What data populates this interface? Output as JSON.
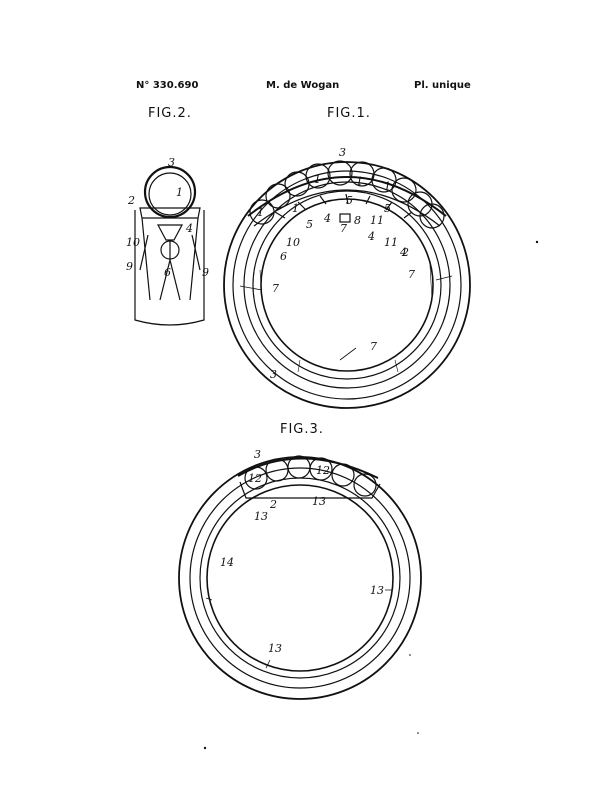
{
  "header": {
    "number": "N° 330.690",
    "author": "M. de Wogan",
    "plate": "Pl. unique"
  },
  "figures": {
    "fig1": "FIG.1.",
    "fig2": "FIG.2.",
    "fig3": "FIG.3."
  },
  "reference_numerals": {
    "fig2": [
      "3",
      "1",
      "2",
      "4",
      "10",
      "9",
      "6",
      "9"
    ],
    "fig1": [
      "3",
      "1",
      "1",
      "1",
      "1",
      "1",
      "5",
      "5",
      "5",
      "4",
      "7",
      "8",
      "11",
      "4",
      "11",
      "4",
      "2",
      "10",
      "6",
      "7",
      "7",
      "7",
      "3"
    ],
    "fig3": [
      "3",
      "12",
      "12",
      "2",
      "13",
      "13",
      "14",
      "13",
      "13"
    ]
  }
}
